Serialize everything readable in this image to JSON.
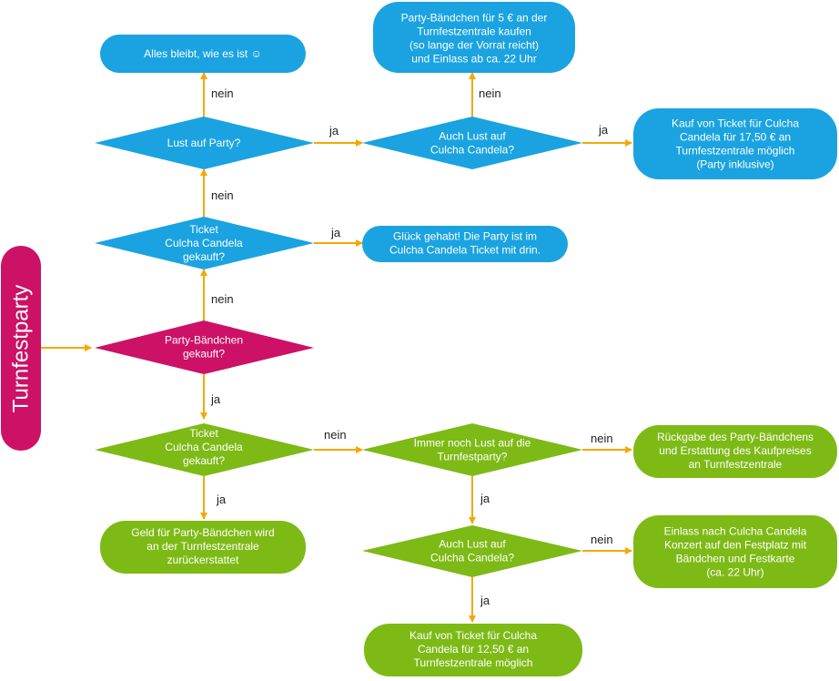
{
  "colors": {
    "blue": "#1aa3e0",
    "magenta": "#cc1166",
    "green": "#7dba16",
    "arrow": "#f5a800"
  },
  "side_label": "Turnfestparty",
  "start": {
    "lines": [
      "Party-Bändchen",
      "gekauft?"
    ]
  },
  "blue_branch": {
    "ticket_decision": {
      "lines": [
        "Ticket",
        "Culcha Candela",
        "gekauft?"
      ]
    },
    "lucky_result": {
      "lines": [
        "Glück gehabt! Die Party ist im",
        "Culcha Candela Ticket mit drin."
      ]
    },
    "party_decision": {
      "lines": [
        "Lust auf Party?"
      ]
    },
    "nothing_result": {
      "lines": [
        "Alles bleibt, wie es ist ☺"
      ]
    },
    "culcha_decision": {
      "lines": [
        "Auch Lust auf",
        "Culcha Candela?"
      ]
    },
    "wristband_result": {
      "lines": [
        "Party-Bändchen für 5 € an der",
        "Turnfestzentrale kaufen",
        "(so lange der Vorrat reicht)",
        "und Einlass ab ca. 22 Uhr"
      ]
    },
    "ticket1750_result": {
      "lines": [
        "Kauf von Ticket für Culcha",
        "Candela für 17,50 € an",
        "Turnfestzentrale möglich",
        "(Party inklusive)"
      ]
    }
  },
  "green_branch": {
    "ticket_decision": {
      "lines": [
        "Ticket",
        "Culcha Candela",
        "gekauft?"
      ]
    },
    "refund_result": {
      "lines": [
        "Geld für Party-Bändchen wird",
        "an der Turnfestzentrale",
        "zurückerstattet"
      ]
    },
    "still_decision": {
      "lines": [
        "Immer noch Lust auf die",
        "Turnfestparty?"
      ]
    },
    "return_result": {
      "lines": [
        "Rückgabe des Party-Bändchens",
        "und Erstattung des Kaufpreises",
        "an Turnfestzentrale"
      ]
    },
    "culcha_decision": {
      "lines": [
        "Auch Lust auf",
        "Culcha Candela?"
      ]
    },
    "entry_result": {
      "lines": [
        "Einlass nach Culcha Candela",
        "Konzert auf den Festplatz mit",
        "Bändchen und Festkarte",
        "(ca. 22 Uhr)"
      ]
    },
    "ticket1250_result": {
      "lines": [
        "Kauf von Ticket für Culcha",
        "Candela für 12,50 € an",
        "Turnfestzentrale möglich"
      ]
    }
  },
  "edges": {
    "ja": "ja",
    "nein": "nein"
  }
}
